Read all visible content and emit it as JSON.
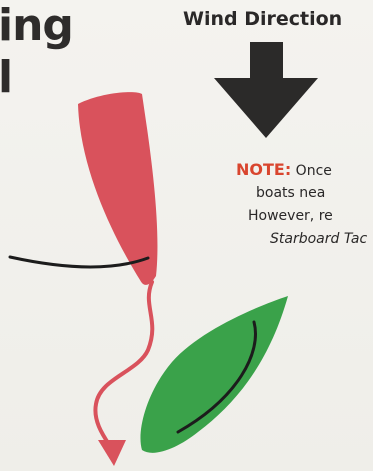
{
  "heading": {
    "line1": "ing",
    "line2": "l"
  },
  "wind": {
    "label": "Wind Direction",
    "arrow_color": "#2b2a29"
  },
  "note": {
    "label": "NOTE:",
    "line1_rest": " Once",
    "line2": "boats nea",
    "line3": "However, re",
    "line4": "Starboard Tac",
    "label_color": "#d9452e"
  },
  "boats": {
    "red_color": "#d9525c",
    "green_color": "#3aa24a",
    "sail_color": "#1c1c1c"
  }
}
